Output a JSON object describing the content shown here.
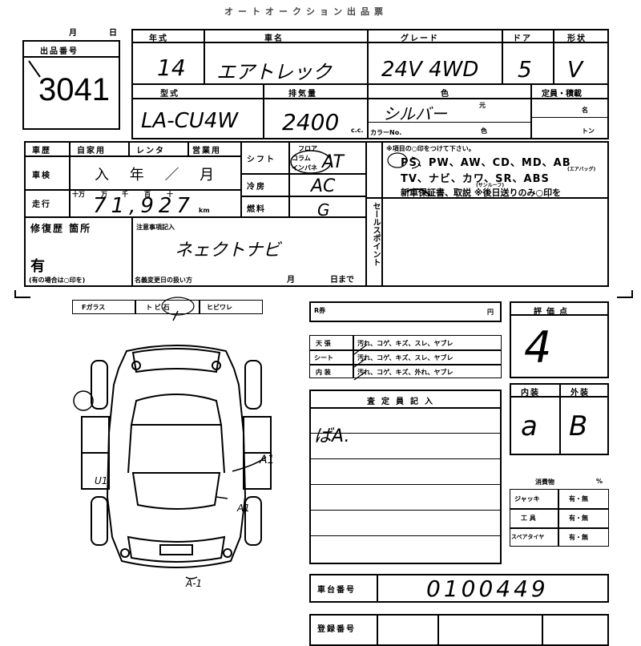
{
  "header": {
    "title": "オートオークション出品票",
    "month_label": "月",
    "day_label": "日",
    "lot_label": "出品番号",
    "lot_number": "3041"
  },
  "vehicle": {
    "year_label": "年式",
    "year": "14",
    "name_label": "車名",
    "name": "エアトレック",
    "grade_label": "グレード",
    "grade": "24V 4WD",
    "doors_label": "ドア",
    "doors": "5",
    "type_label": "形状",
    "type": "V",
    "model_label": "型式",
    "model": "LA-CU4W",
    "displacement_label": "排気量",
    "displacement": "2400",
    "displacement_unit": "c.c.",
    "color_label": "色",
    "color": "シルバー",
    "color_original": "元",
    "color_no_label": "カラーNo.",
    "color_no_mark": "色",
    "capacity_label": "定員・積載",
    "capacity_unit": "名",
    "load_unit": "トン"
  },
  "usage": {
    "type_label": "車歴",
    "options": [
      "自家用",
      "レンタ",
      "営業用"
    ],
    "inspection_label": "車検",
    "inspection_value": "入 年 ／ 月",
    "mileage_label": "走行",
    "mileage_value": "71,927",
    "mileage_unit": "km",
    "digit_labels": [
      "十万",
      "万",
      "千",
      "百",
      "十"
    ]
  },
  "mechanics": {
    "shift_label": "シフト",
    "shift_value": "AT",
    "shift_options": [
      "フロア",
      "コラム",
      "インパネ"
    ],
    "ac_label": "冷房",
    "ac_value": "AC",
    "fuel_label": "燃料",
    "fuel_value": "G"
  },
  "equipment": {
    "note": "※項目の○印をつけて下さい。",
    "row1": "PS、PW、AW、CD、MD、AB",
    "row1_sub": "(エアバッグ)",
    "row2": "TV、ナビ、カワ、SR、ABS",
    "row2_sub": "(サンルーフ)",
    "row3": "新車保証書、取説 ※後日送りのみ○印を",
    "sales_point_label": "セールスポイント"
  },
  "history": {
    "repair_label": "修復歴 箇所",
    "repair_value": "有",
    "repair_note": "(有の場合は○印を)",
    "notes_label": "注意事項記入",
    "notes_value": "ネェクトナビ",
    "delivery_label": "名義変更日の扱い方",
    "delivery_month": "月",
    "delivery_day": "日まで"
  },
  "glass": {
    "items": [
      "Fガラス",
      "ト ビ 石",
      "ヒビワレ"
    ]
  },
  "price": {
    "label": "R券",
    "unit": "円"
  },
  "condition_table": {
    "rows": [
      {
        "label": "天 張",
        "values": "汚れ、コゲ、キズ、スレ、ヤブレ"
      },
      {
        "label": "シート",
        "values": "汚れ、コゲ、キズ、スレ、ヤブレ"
      },
      {
        "label": "内 装",
        "values": "汚れ、コゲ、キズ、外れ、ヤブレ"
      }
    ]
  },
  "inspector": {
    "label": "査定員記入",
    "comment": "ばA."
  },
  "grades": {
    "score_label": "評価点",
    "score": "4",
    "interior_label": "内装",
    "interior": "a",
    "exterior_label": "外装",
    "exterior": "B"
  },
  "consumables": {
    "label": "消費物",
    "unit": "%",
    "rows": [
      {
        "label": "ジャッキ",
        "value": "有・無"
      },
      {
        "label": "工 具",
        "value": "有・無"
      },
      {
        "label": "スペアタイヤ",
        "value": "有・無"
      }
    ]
  },
  "chassis": {
    "label": "車台番号",
    "value": "0100449"
  },
  "registration": {
    "label": "登録番号"
  },
  "car_diagram": {
    "marks": [
      "A1",
      "U1",
      "A1",
      "A-1"
    ]
  }
}
